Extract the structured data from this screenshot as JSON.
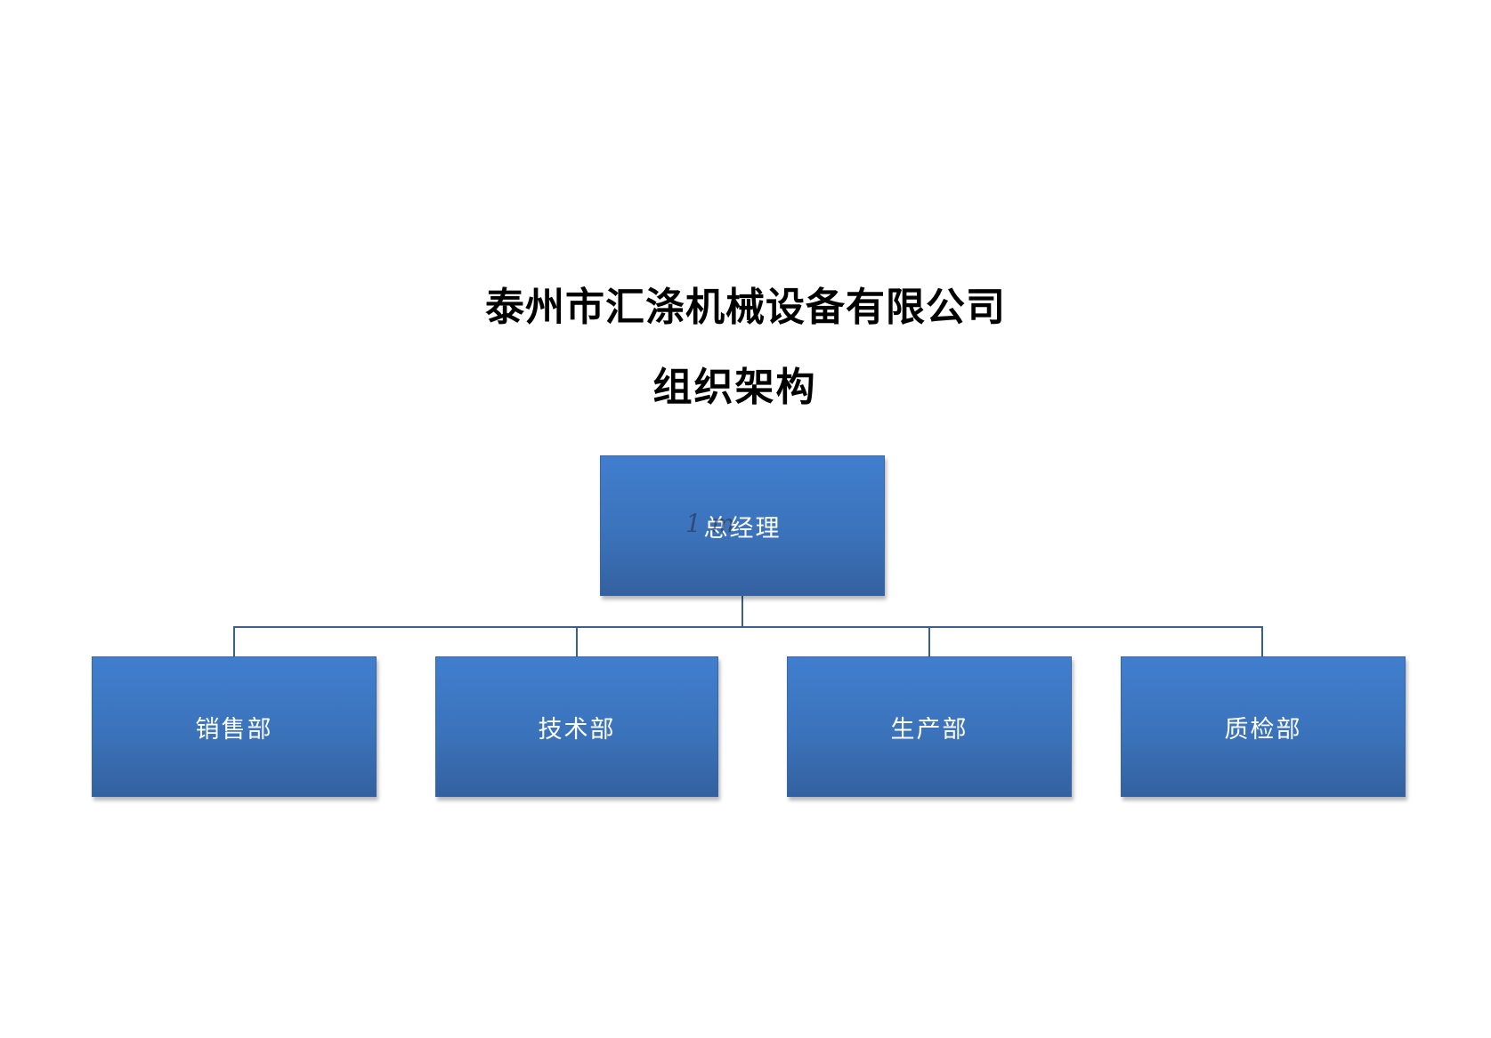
{
  "header": {
    "company_name": "泰州市汇涤机械设备有限公司",
    "chart_title": "组织架构"
  },
  "org": {
    "root": {
      "label": "总经理"
    },
    "departments": [
      {
        "label": "销售部"
      },
      {
        "label": "技术部"
      },
      {
        "label": "生产部"
      },
      {
        "label": "质检部"
      }
    ]
  },
  "watermark": {
    "text": "1 m"
  },
  "colors": {
    "node_fill_top": "#407ece",
    "node_fill_bottom": "#33619f",
    "node_text": "#ffffff",
    "connector": "#3a5f8f",
    "title_text": "#000000"
  }
}
